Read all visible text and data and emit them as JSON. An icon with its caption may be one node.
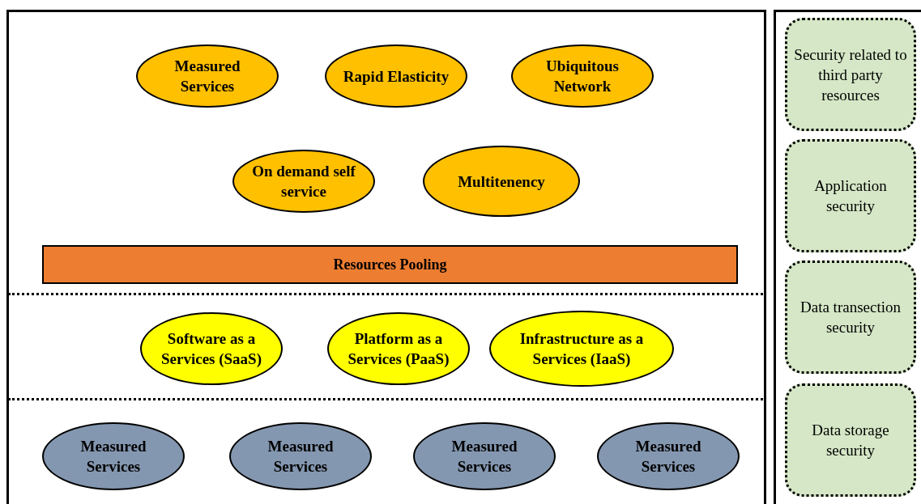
{
  "diagram": {
    "nodes": [
      {
        "text": [
          "Measured Services"
        ]
      },
      {
        "text": [
          "Rapid Elasticity"
        ]
      },
      {
        "text": [
          "Ubiquitous Network"
        ]
      },
      {
        "text": [
          "On demand self service"
        ]
      },
      {
        "text": [
          "Multitenency"
        ]
      },
      {
        "text": [
          "Resources Pooling"
        ]
      },
      {
        "text": [
          "Software as a Services (SaaS)"
        ]
      },
      {
        "text": [
          "Platform as a Services (PaaS)"
        ]
      },
      {
        "text": [
          "Infrastructure as a Services (IaaS)"
        ]
      },
      {
        "text": [
          "Measured Services"
        ]
      },
      {
        "text": [
          "Measured Services"
        ]
      },
      {
        "text": [
          "Measured Services"
        ]
      },
      {
        "text": [
          "Measured Services"
        ]
      },
      {
        "text": [
          "Security related to third party resources"
        ]
      },
      {
        "text": [
          "Application security"
        ]
      },
      {
        "text": [
          "Data transection security"
        ]
      },
      {
        "text": [
          "Data storage security"
        ]
      }
    ]
  }
}
